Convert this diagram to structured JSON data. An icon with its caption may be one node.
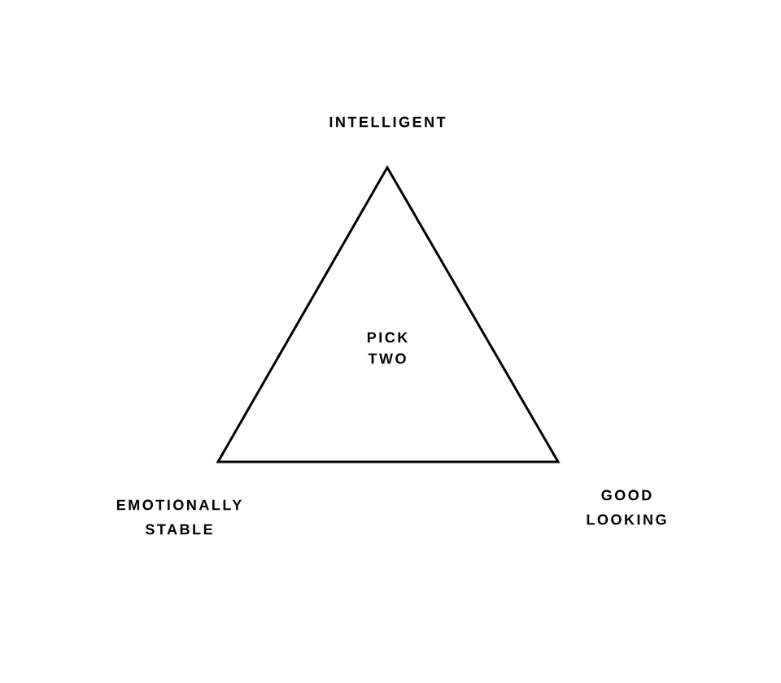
{
  "diagram": {
    "nodes": [
      {
        "text": [
          "PICK TWO"
        ]
      }
    ],
    "labels": [
      "INTELLIGENT",
      "EMOTIONALLY STABLE",
      "GOOD LOOKING"
    ]
  }
}
